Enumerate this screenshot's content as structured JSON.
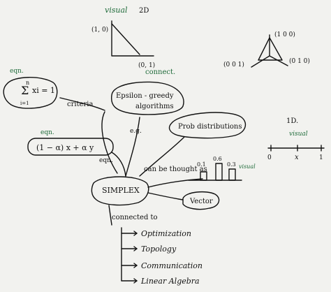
{
  "colors": {
    "paper": "#f2f2ef",
    "ink": "#111111",
    "green": "#1f6b3a"
  },
  "top_2d": {
    "label_visual": "visual",
    "label_2d": "2D",
    "pt_a": "(1, 0)",
    "pt_b": "(0, 1)"
  },
  "top_3d": {
    "pt_top": "(1 0 0)",
    "pt_left": "(0 0 1)",
    "pt_right": "(0 1 0)"
  },
  "left": {
    "eqn_label": "eqn.",
    "sum_upper": "n",
    "sum_lower": "i=1",
    "sum_body": "xi = 1",
    "criteria": "criteria",
    "eqn_label_2": "eqn.",
    "formula": "(1 − α) x + α y",
    "eqn_label_3": "eqn."
  },
  "center": {
    "connect_label": "connect.",
    "epsilon": "Epsilon - greedy",
    "algorithms": "algorithms",
    "eg": "e.g.",
    "prob": "Prob distributions",
    "simplex": "SIMPLEX",
    "thought": "can be thought as",
    "visual_small": "visual",
    "bar_labels": [
      "0.1",
      "0.6",
      "0.3"
    ],
    "vector": "Vector"
  },
  "one_d": {
    "label_1d": "1D.",
    "label_visual": "visual",
    "origin": "0",
    "x": "x",
    "one": "1"
  },
  "connected": {
    "title": "connected to",
    "items": [
      "Optimization",
      "Topology",
      "Communication",
      "Linear Algebra"
    ]
  }
}
